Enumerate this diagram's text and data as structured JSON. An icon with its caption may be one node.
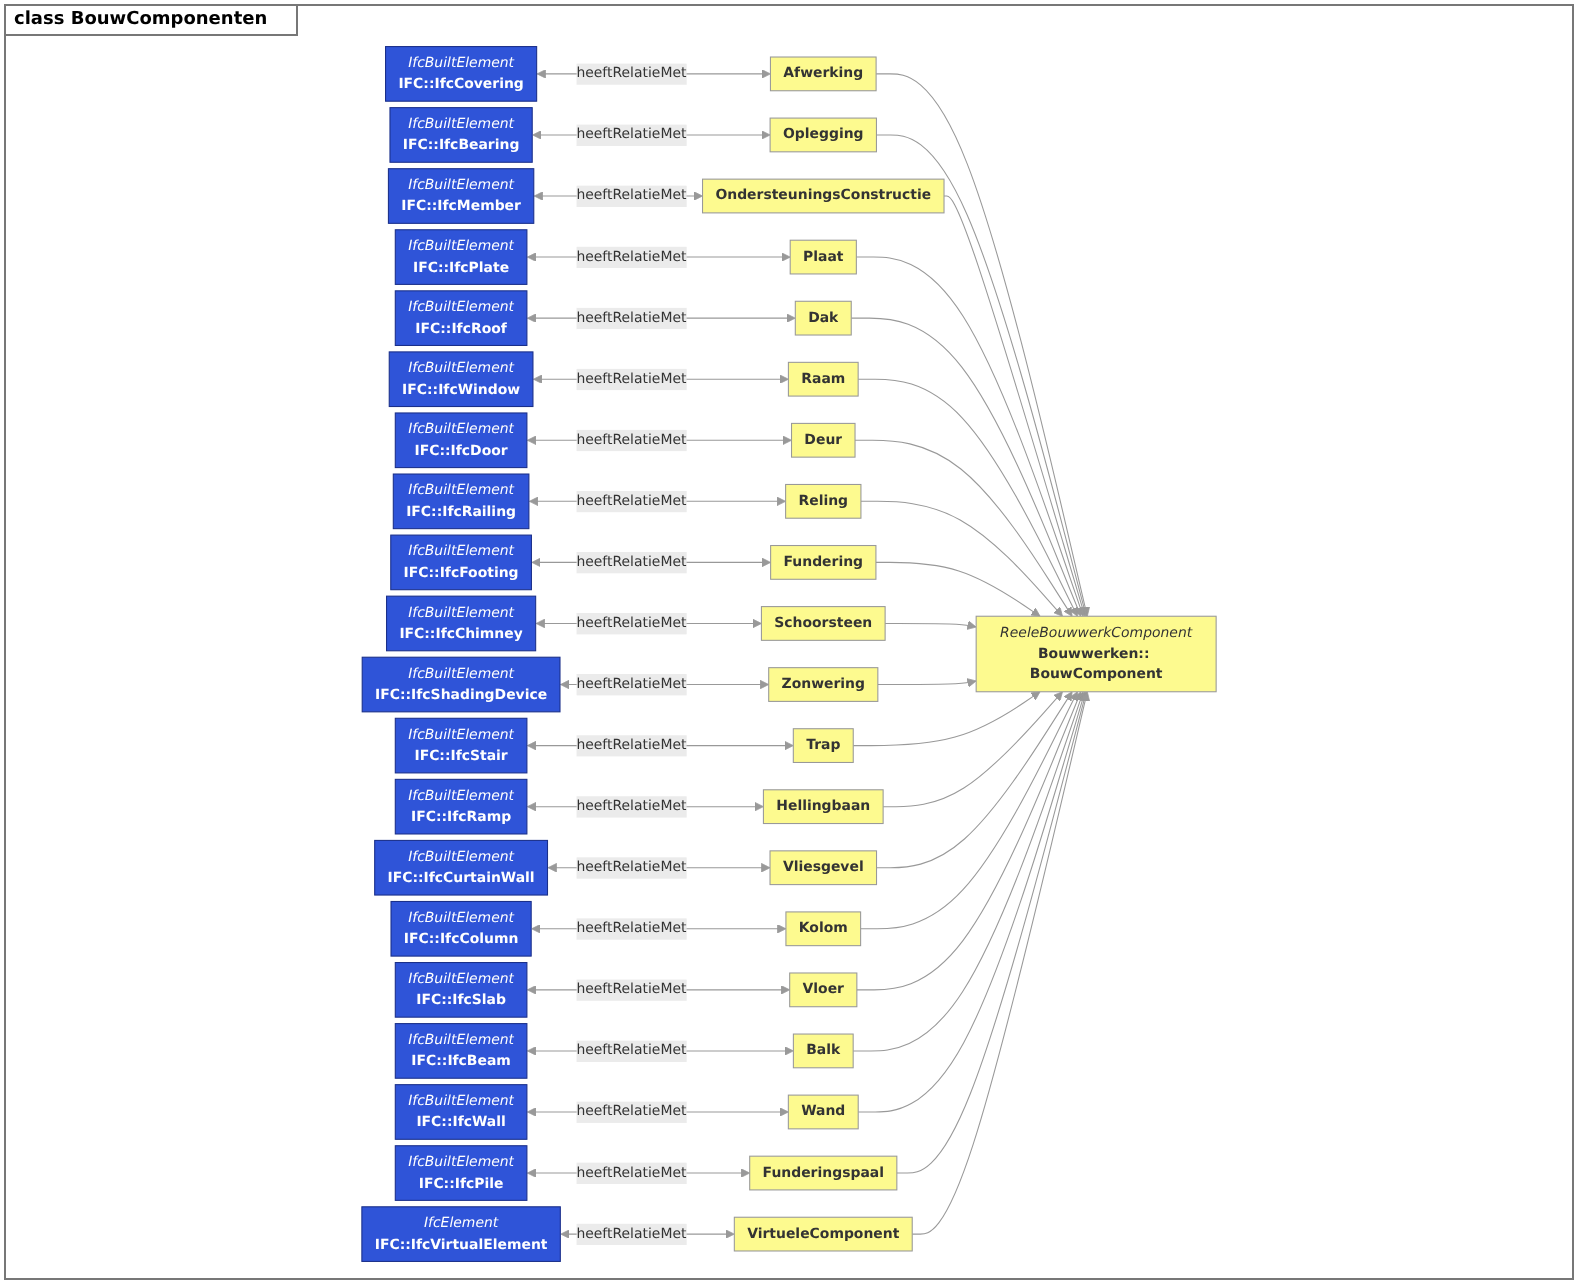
{
  "diagram": {
    "title": "class BouwComponenten",
    "nodes": [
      {
        "text": [
          "ReeleBouwwerkComponent",
          "Bouwwerken:: BouwComponent"
        ]
      },
      {
        "text": [
          "IfcBuiltElement",
          "IFC::IfcCovering"
        ]
      },
      {
        "text": [
          "Afwerking"
        ]
      },
      {
        "text": [
          "Oplegging"
        ]
      },
      {
        "text": [
          "IfcBuiltElement",
          "IFC::IfcBearing"
        ]
      },
      {
        "text": [
          "IfcBuiltElement",
          "IFC::IfcMember"
        ]
      },
      {
        "text": [
          "OndersteuningsConstructie"
        ]
      },
      {
        "text": [
          "Plaat"
        ]
      },
      {
        "text": [
          "IfcBuiltElement",
          "IFC::IfcPlate"
        ]
      },
      {
        "text": [
          "IfcBuiltElement",
          "IFC::IfcRoof"
        ]
      },
      {
        "text": [
          "Dak"
        ]
      },
      {
        "text": [
          "Raam"
        ]
      },
      {
        "text": [
          "IfcBuiltElement",
          "IFC::IfcWindow"
        ]
      },
      {
        "text": [
          "IfcBuiltElement",
          "IFC::IfcDoor"
        ]
      },
      {
        "text": [
          "Deur"
        ]
      },
      {
        "text": [
          "Reling"
        ]
      },
      {
        "text": [
          "IfcBuiltElement",
          "IFC::IfcRailing"
        ]
      },
      {
        "text": [
          "IfcBuiltElement",
          "IFC::IfcFooting"
        ]
      },
      {
        "text": [
          "Fundering"
        ]
      },
      {
        "text": [
          "Schoorsteen"
        ]
      },
      {
        "text": [
          "IfcBuiltElement",
          "IFC::IfcChimney"
        ]
      },
      {
        "text": [
          "IfcBuiltElement",
          "IFC::IfcShadingDevice"
        ]
      },
      {
        "text": [
          "Zonwering"
        ]
      },
      {
        "text": [
          "Trap"
        ]
      },
      {
        "text": [
          "IfcBuiltElement",
          "IFC::IfcStair"
        ]
      },
      {
        "text": [
          "IfcBuiltElement",
          "IFC::IfcRamp"
        ]
      },
      {
        "text": [
          "Hellingbaan"
        ]
      },
      {
        "text": [
          "Vliesgevel"
        ]
      },
      {
        "text": [
          "IfcBuiltElement",
          "IFC::IfcCurtainWall"
        ]
      },
      {
        "text": [
          "IfcBuiltElement",
          "IFC::IfcColumn"
        ]
      },
      {
        "text": [
          "Kolom"
        ]
      },
      {
        "text": [
          "Vloer"
        ]
      },
      {
        "text": [
          "IfcBuiltElement",
          "IFC::IfcSlab"
        ]
      },
      {
        "text": [
          "IfcBuiltElement",
          "IFC::IfcBeam"
        ]
      },
      {
        "text": [
          "Balk"
        ]
      },
      {
        "text": [
          "Wand"
        ]
      },
      {
        "text": [
          "IfcBuiltElement",
          "IFC::IfcWall"
        ]
      },
      {
        "text": [
          "IfcBuiltElement",
          "IFC::IfcPile"
        ]
      },
      {
        "text": [
          "Funderingspaal"
        ]
      },
      {
        "text": [
          "VirtueleComponent"
        ]
      },
      {
        "text": [
          "IfcElement",
          "IFC::IfcVirtualElement"
        ]
      }
    ],
    "edges": [
      {
        "from": 1,
        "to": 2,
        "arrow": "both",
        "label": "heeftRelatieMet"
      },
      {
        "from": 2,
        "to": 0,
        "arrow": "to"
      },
      {
        "from": 3,
        "to": 0,
        "arrow": "to"
      },
      {
        "from": 4,
        "to": 3,
        "arrow": "both",
        "label": "heeftRelatieMet"
      },
      {
        "from": 5,
        "to": 6,
        "arrow": "both",
        "label": "heeftRelatieMet"
      },
      {
        "from": 6,
        "to": 0,
        "arrow": "to"
      },
      {
        "from": 7,
        "to": 0,
        "arrow": "to"
      },
      {
        "from": 8,
        "to": 7,
        "arrow": "both",
        "label": "heeftRelatieMet"
      },
      {
        "from": 9,
        "to": 10,
        "arrow": "both",
        "label": "heeftRelatieMet"
      },
      {
        "from": 10,
        "to": 0,
        "arrow": "to"
      },
      {
        "from": 11,
        "to": 0,
        "arrow": "to"
      },
      {
        "from": 12,
        "to": 11,
        "arrow": "both",
        "label": "heeftRelatieMet"
      },
      {
        "from": 13,
        "to": 14,
        "arrow": "both",
        "label": "heeftRelatieMet"
      },
      {
        "from": 14,
        "to": 0,
        "arrow": "to"
      },
      {
        "from": 15,
        "to": 0,
        "arrow": "to"
      },
      {
        "from": 16,
        "to": 15,
        "arrow": "both",
        "label": "heeftRelatieMet"
      },
      {
        "from": 17,
        "to": 18,
        "arrow": "both",
        "label": "heeftRelatieMet"
      },
      {
        "from": 18,
        "to": 0,
        "arrow": "to"
      },
      {
        "from": 19,
        "to": 0,
        "arrow": "to"
      },
      {
        "from": 20,
        "to": 19,
        "arrow": "both",
        "label": "heeftRelatieMet"
      },
      {
        "from": 21,
        "to": 22,
        "arrow": "both",
        "label": "heeftRelatieMet"
      },
      {
        "from": 22,
        "to": 0,
        "arrow": "to"
      },
      {
        "from": 23,
        "to": 0,
        "arrow": "to"
      },
      {
        "from": 24,
        "to": 23,
        "arrow": "both",
        "label": "heeftRelatieMet"
      },
      {
        "from": 25,
        "to": 26,
        "arrow": "both",
        "label": "heeftRelatieMet"
      },
      {
        "from": 26,
        "to": 0,
        "arrow": "to"
      },
      {
        "from": 27,
        "to": 0,
        "arrow": "to"
      },
      {
        "from": 28,
        "to": 27,
        "arrow": "both",
        "label": "heeftRelatieMet"
      },
      {
        "from": 29,
        "to": 30,
        "arrow": "both",
        "label": "heeftRelatieMet"
      },
      {
        "from": 30,
        "to": 0,
        "arrow": "to"
      },
      {
        "from": 31,
        "to": 0,
        "arrow": "to"
      },
      {
        "from": 32,
        "to": 31,
        "arrow": "both",
        "label": "heeftRelatieMet"
      },
      {
        "from": 33,
        "to": 34,
        "arrow": "both",
        "label": "heeftRelatieMet"
      },
      {
        "from": 34,
        "to": 0,
        "arrow": "to"
      },
      {
        "from": 35,
        "to": 0,
        "arrow": "to"
      },
      {
        "from": 36,
        "to": 35,
        "arrow": "both",
        "label": "heeftRelatieMet"
      },
      {
        "from": 37,
        "to": 38,
        "arrow": "both",
        "label": "heeftRelatieMet"
      },
      {
        "from": 38,
        "to": 0,
        "arrow": "to"
      },
      {
        "from": 39,
        "to": 0,
        "arrow": "to"
      },
      {
        "from": 40,
        "to": 39,
        "arrow": "both",
        "label": "heeftRelatieMet"
      }
    ]
  }
}
